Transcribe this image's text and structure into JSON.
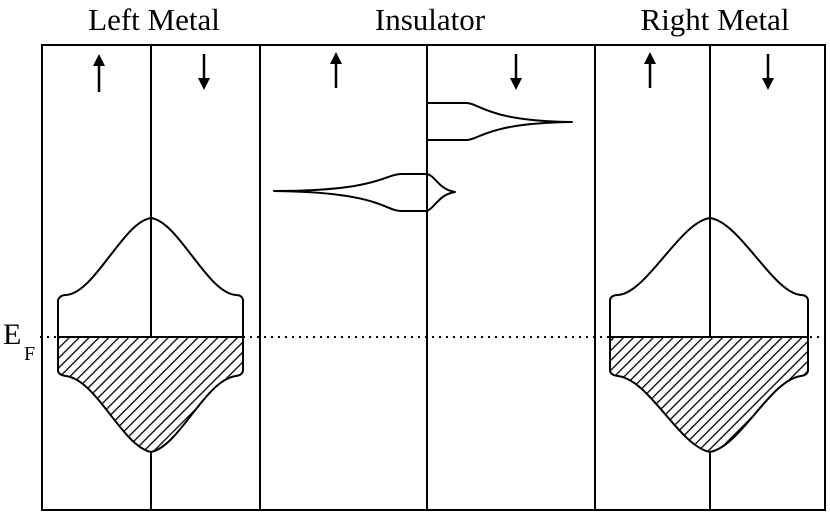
{
  "panels": {
    "left_title": "Left Metal",
    "middle_title": "Insulator",
    "right_title": "Right Metal"
  },
  "fermi": {
    "label_main": "E",
    "label_sub": "F"
  },
  "spin_arrows": {
    "up": "spin-up-arrow",
    "down": "spin-down-arrow"
  },
  "colors": {
    "line": "#000000",
    "background": "#ffffff"
  }
}
